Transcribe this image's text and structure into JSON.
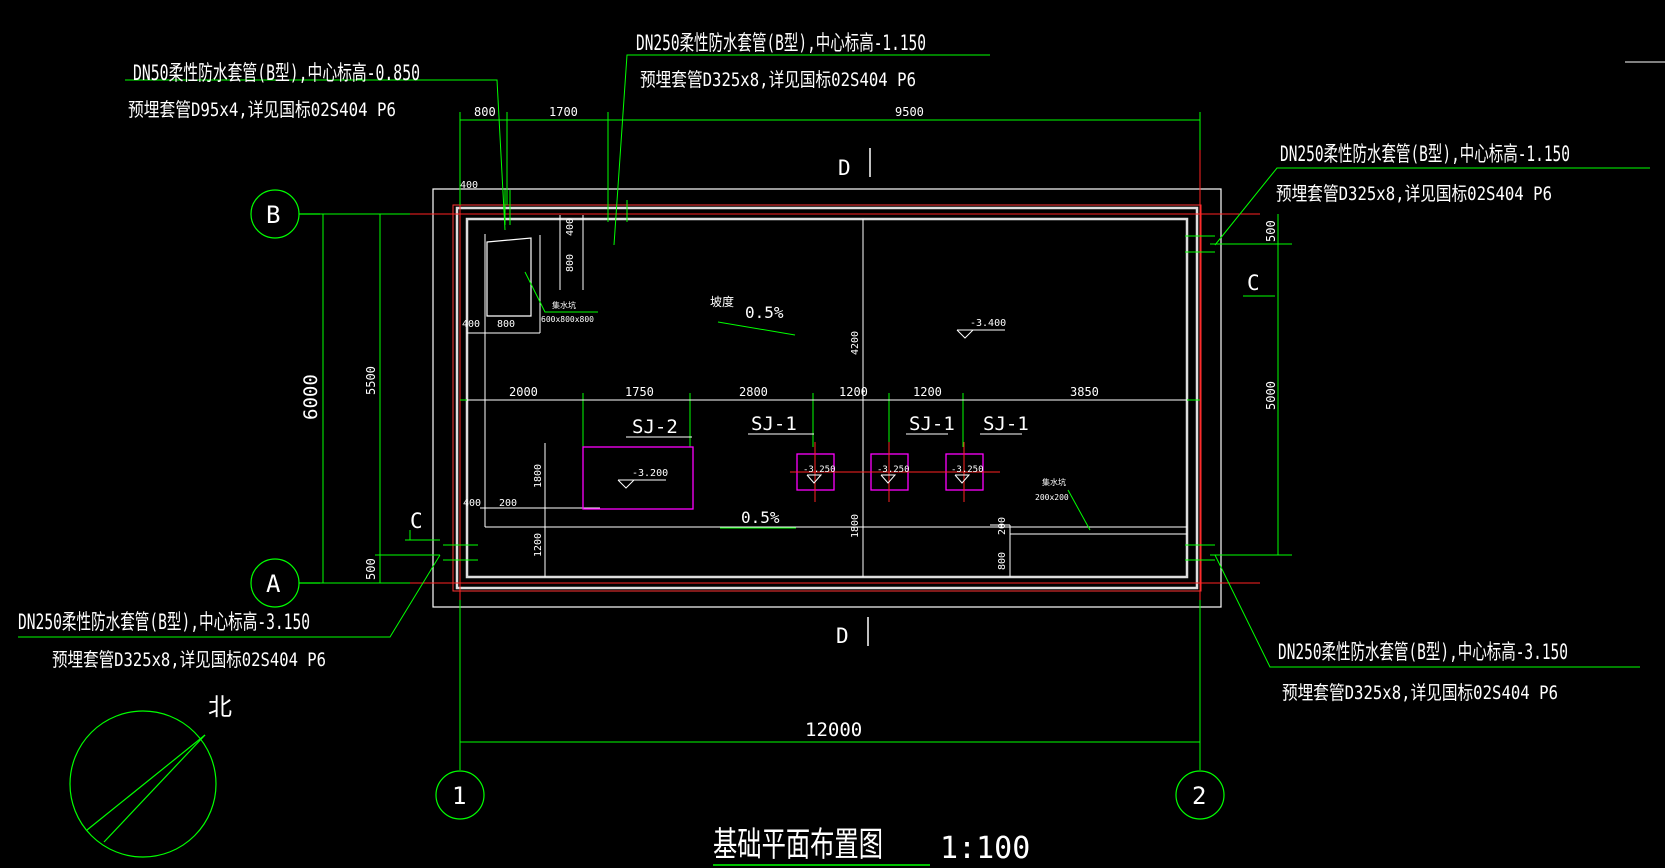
{
  "annotations": {
    "dn50_l1": "DN50柔性防水套管(B型),中心标高-0.850",
    "dn50_l2": "预埋套管D95x4,详见国标02S404 P6",
    "dn250_top_l1": "DN250柔性防水套管(B型),中心标高-1.150",
    "dn250_top_l2": "预埋套管D325x8,详见国标02S404 P6",
    "dn250_right_l1": "DN250柔性防水套管(B型),中心标高-1.150",
    "dn250_right_l2": "预埋套管D325x8,详见国标02S404 P6",
    "dn250_bl_l1": "DN250柔性防水套管(B型),中心标高-3.150",
    "dn250_bl_l2": "预埋套管D325x8,详见国标02S404 P6",
    "dn250_br_l1": "DN250柔性防水套管(B型),中心标高-3.150",
    "dn250_br_l2": "预埋套管D325x8,详见国标02S404 P6"
  },
  "dimensions": {
    "top_800": "800",
    "top_1700": "1700",
    "top_9500": "9500",
    "left_6000": "6000",
    "left_5500": "5500",
    "left_500": "500",
    "right_500": "500",
    "right_5000": "5000",
    "mid_2000": "2000",
    "mid_1750": "1750",
    "mid_2800": "2800",
    "mid_1200a": "1200",
    "mid_1200b": "1200",
    "mid_3850": "3850",
    "bottom_12000": "12000",
    "pit_400": "400",
    "pit_400b": "400",
    "pit_800v": "800",
    "pit_400h": "400",
    "pit_800h": "800",
    "inner_4200": "4200",
    "inner_1800": "1800",
    "inner_1200": "1200",
    "inner_400": "400",
    "inner_200": "200",
    "inner_1800b": "1800",
    "inner_200b": "200",
    "inner_800": "800"
  },
  "labels": {
    "slope_word": "坡度",
    "slope_top": "0.5%",
    "slope_bottom": "0.5%",
    "pit_note1": "集水坑",
    "pit_note2": "600x800x800",
    "drain_note1": "集水坑",
    "drain_note2": "200x200",
    "elev_main": "-3.400",
    "elev_sj2": "-3.200",
    "elev_sj1a": "-3.250",
    "elev_sj1b": "-3.250",
    "elev_sj1c": "-3.250",
    "sj2": "SJ-2",
    "sj1a": "SJ-1",
    "sj1b": "SJ-1",
    "sj1c": "SJ-1",
    "section_d": "D",
    "section_c": "C"
  },
  "axes": {
    "a": "A",
    "b": "B",
    "one": "1",
    "two": "2"
  },
  "north": "北",
  "title": {
    "text": "基础平面布置图",
    "scale": "1:100"
  },
  "colors": {
    "background": "#000000",
    "dim_lines": "#00ff00",
    "axis_lines": "#ff0000",
    "walls": "#ffffff",
    "wall_core": "#ff3333",
    "pits": "#ff00ff",
    "text": "#ffffff"
  }
}
